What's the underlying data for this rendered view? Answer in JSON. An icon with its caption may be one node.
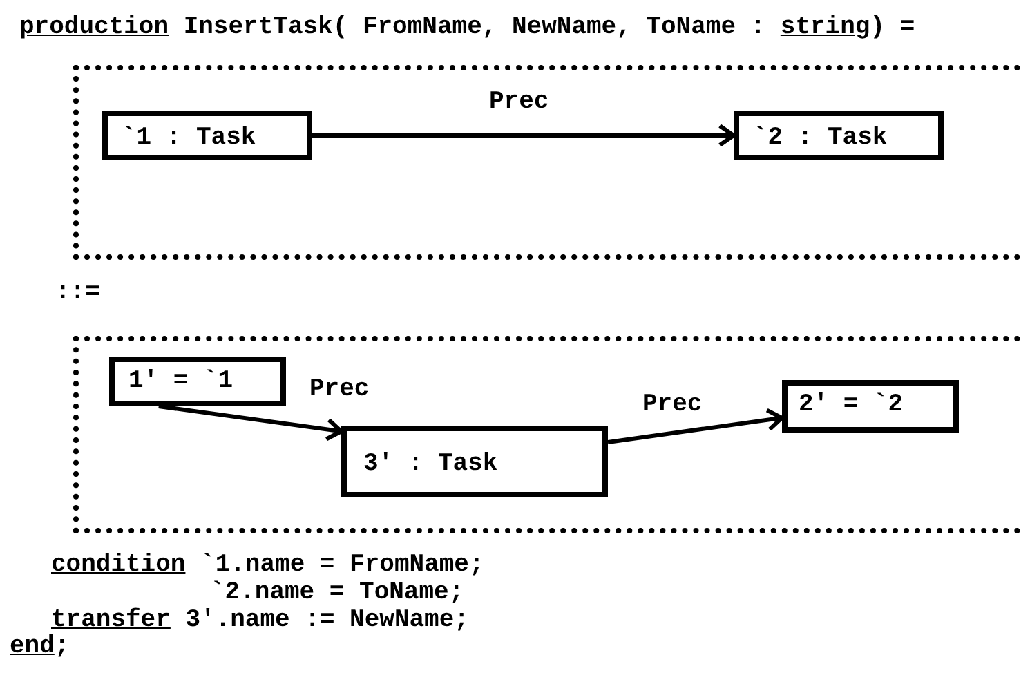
{
  "diagram": {
    "nodes": [
      {
        "text": [],
        "shape": "box"
      },
      {
        "text": [
          "`1 : Task"
        ],
        "in": 0
      },
      {
        "text": [
          "`2 : Task"
        ],
        "in": 0
      },
      {
        "text": [],
        "shape": "box"
      },
      {
        "text": [
          "1′ = `1"
        ],
        "in": 3
      },
      {
        "text": [
          "3′ : Task"
        ],
        "in": 3
      },
      {
        "text": [
          "2′ = `2"
        ],
        "in": 3
      }
    ],
    "edges": [
      {
        "from": 1,
        "to": 2,
        "arrow": "to",
        "label": "Prec"
      },
      {
        "from": 4,
        "to": 5,
        "arrow": "to",
        "label": "Prec"
      },
      {
        "from": 5,
        "to": 6,
        "arrow": "to",
        "label": "Prec"
      }
    ],
    "labels": [
      "*production* InsertTask( FromName, NewName, ToName : *string*) =",
      "::=",
      "*condition* `1.name = FromName;",
      "`2.name = ToName;",
      "*transfer* 3′.name := NewName;",
      "*end*;"
    ]
  }
}
